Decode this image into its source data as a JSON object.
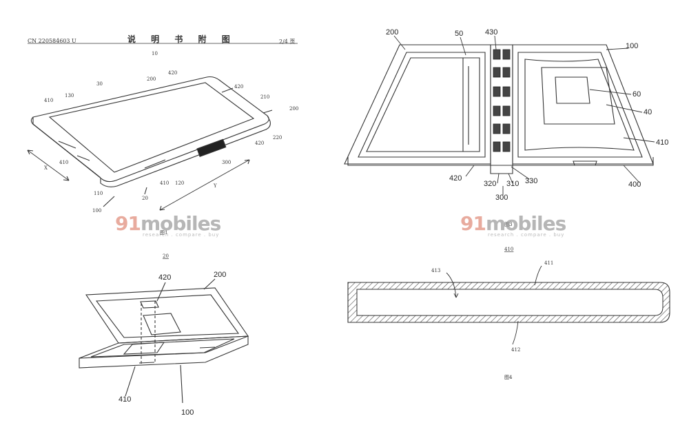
{
  "header": {
    "doc_number": "CN 220584603 U",
    "title": "说 明 书 附 图",
    "page": "2/4 页"
  },
  "watermark": {
    "brand_number": "91",
    "brand_text": "mobiles",
    "tagline": "research . compare . buy"
  },
  "figures": {
    "fig1": {
      "caption": "图1",
      "top_label": "10",
      "labels": [
        "410",
        "130",
        "30",
        "200",
        "420",
        "420",
        "210",
        "200",
        "220",
        "420",
        "410",
        "300",
        "110",
        "20",
        "410",
        "120",
        "100"
      ],
      "axis_x": "X",
      "axis_y": "Y"
    },
    "fig2": {
      "caption": "20",
      "labels": [
        "420",
        "200",
        "410",
        "100"
      ]
    },
    "fig3": {
      "caption": "图3",
      "labels": [
        "200",
        "50",
        "430",
        "100",
        "60",
        "40",
        "410",
        "420",
        "320",
        "310",
        "330",
        "300",
        "400"
      ]
    },
    "fig4": {
      "caption_top": "410",
      "caption": "图4",
      "labels": [
        "413",
        "411",
        "412"
      ]
    }
  },
  "colors": {
    "line": "#333333",
    "hatch": "#555555",
    "wm_accent": "#e08c7a",
    "wm_gray": "#9a9a9a"
  }
}
